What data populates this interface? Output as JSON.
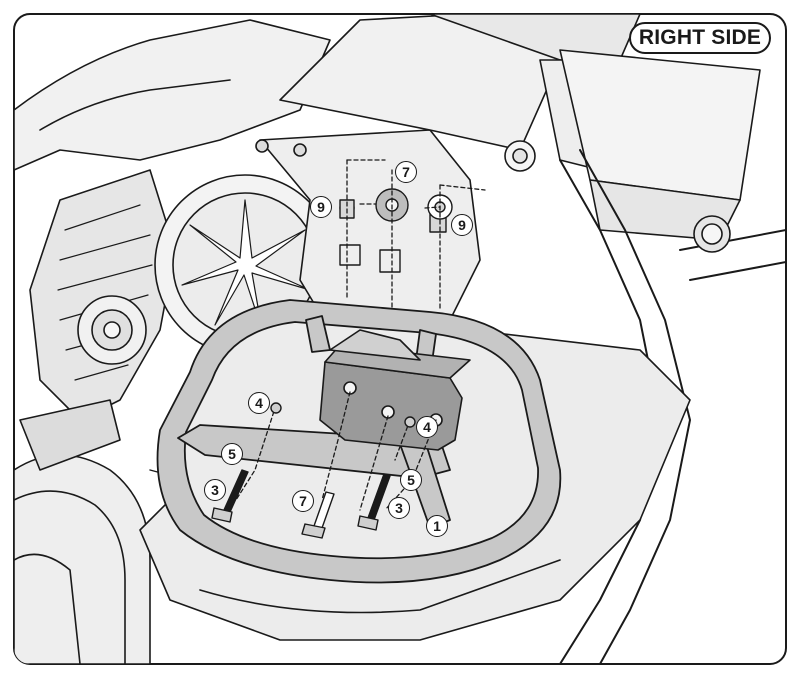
{
  "diagram": {
    "side_label": "RIGHT SIDE",
    "callouts": [
      "7",
      "9",
      "9",
      "4",
      "4",
      "5",
      "5",
      "3",
      "3",
      "7",
      "1"
    ],
    "colors": {
      "line": "#1a1a1a",
      "bike_fill": "#f1f1f1",
      "bike_shade": "#d9d9d9",
      "frame_fill": "#c8c8c8",
      "bracket_fill": "#9a9a9a",
      "background": "#ffffff"
    }
  }
}
